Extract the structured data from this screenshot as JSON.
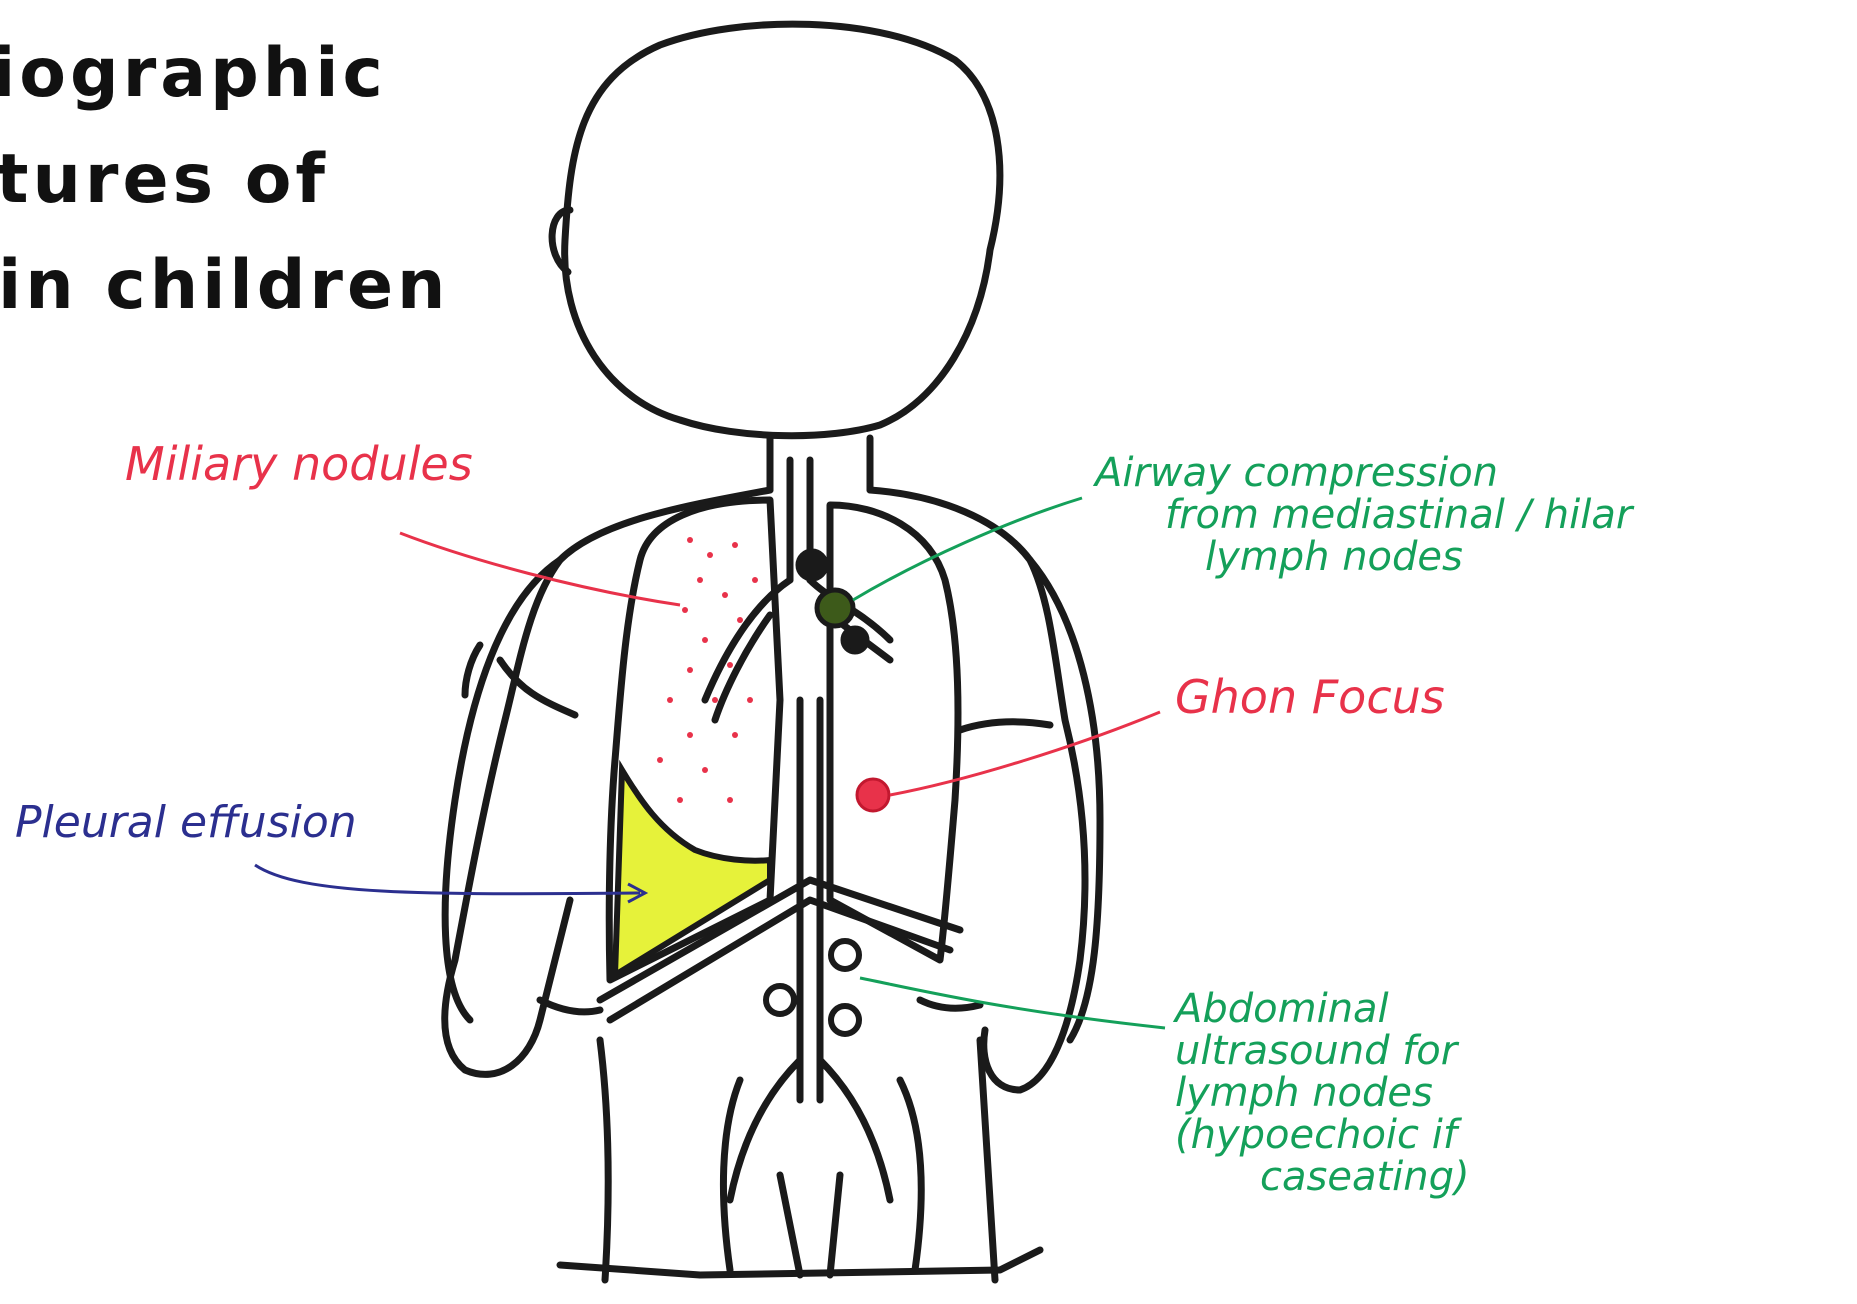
{
  "title": {
    "lines": [
      "iographic",
      "tures of",
      "in children"
    ]
  },
  "labels": {
    "miliary": "Miliary nodules",
    "airway": [
      "Airway compression",
      "from mediastinal / hilar",
      "lymph nodes"
    ],
    "ghon": "Ghon Focus",
    "pleural": "Pleural effusion",
    "abdominal": [
      "Abdominal",
      "ultrasound for",
      "lymph nodes",
      "(hypoechoic if",
      "caseating)"
    ]
  },
  "colors": {
    "outline": "#1a1a1a",
    "miliary": "#e8324a",
    "airway": "#14a05a",
    "ghon": "#e8324a",
    "pleural": "#2b2f8f",
    "abdominal": "#14a05a",
    "effusion_fill": "#e6f23a",
    "node_fill": "#3d5a1a"
  }
}
